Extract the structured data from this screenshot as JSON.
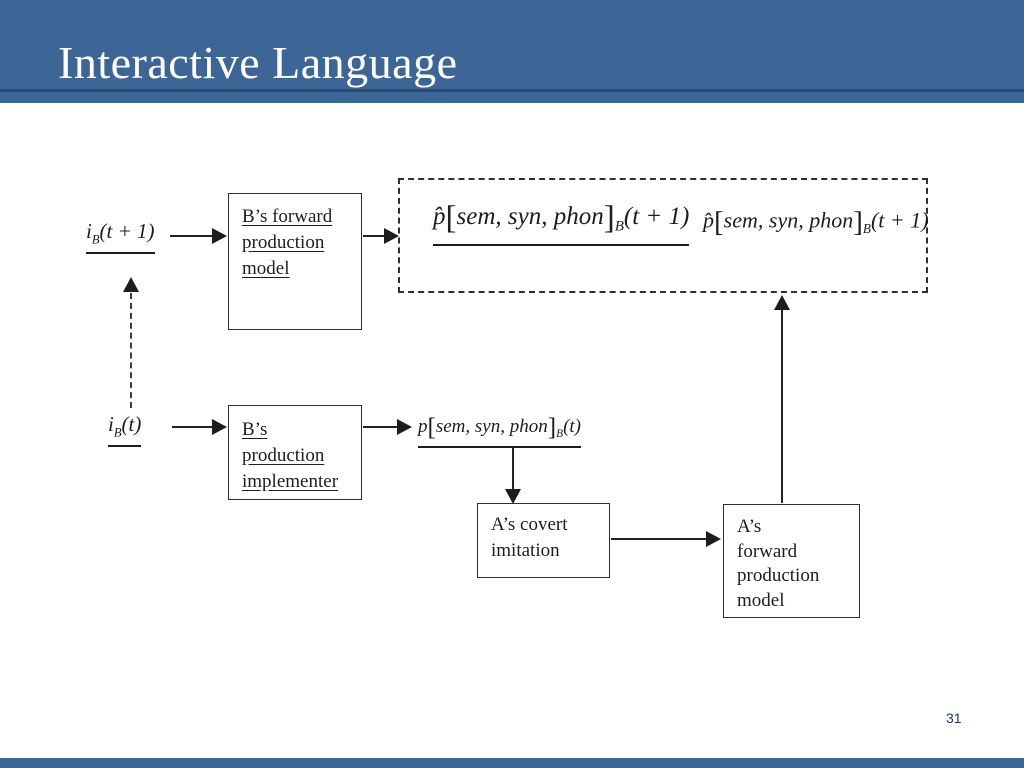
{
  "slide": {
    "title": "Interactive Language",
    "page_number": "31"
  },
  "colors": {
    "header_blue": "#3d6595",
    "header_stripe": "#29496f",
    "footer_blue": "#3d6595",
    "page_number_color": "#1f3864",
    "diagram_ink": "#1d1d1d"
  },
  "diagram": {
    "input_t1": {
      "base": "i",
      "sub": "B",
      "args": "(t + 1)"
    },
    "input_t": {
      "base": "i",
      "sub": "B",
      "args": "(t)"
    },
    "boxes": {
      "b_forward": {
        "lines": [
          "B’s forward",
          "production",
          "model"
        ]
      },
      "b_implementer": {
        "lines": [
          "B’s",
          "production",
          "implementer"
        ]
      },
      "a_covert": {
        "lines": [
          "A’s covert",
          "imitation"
        ]
      },
      "a_forward": {
        "lines": [
          "A’s",
          "forward",
          "production",
          "model"
        ]
      }
    },
    "formulas": {
      "p_hat_underline": {
        "p": "p̂",
        "open": "[",
        "body": "sem, syn, phon",
        "close": "]",
        "sub": "B",
        "args": "(t + 1)"
      },
      "p_hat_plain": {
        "p": "p̂",
        "open": "[",
        "body": "sem, syn, phon",
        "close": "]",
        "sub": "B",
        "args": "(t + 1)"
      },
      "p_current": {
        "p": "p",
        "open": "[",
        "body": "sem, syn, phon",
        "close": "]",
        "sub": "B",
        "args": "(t)"
      }
    }
  }
}
